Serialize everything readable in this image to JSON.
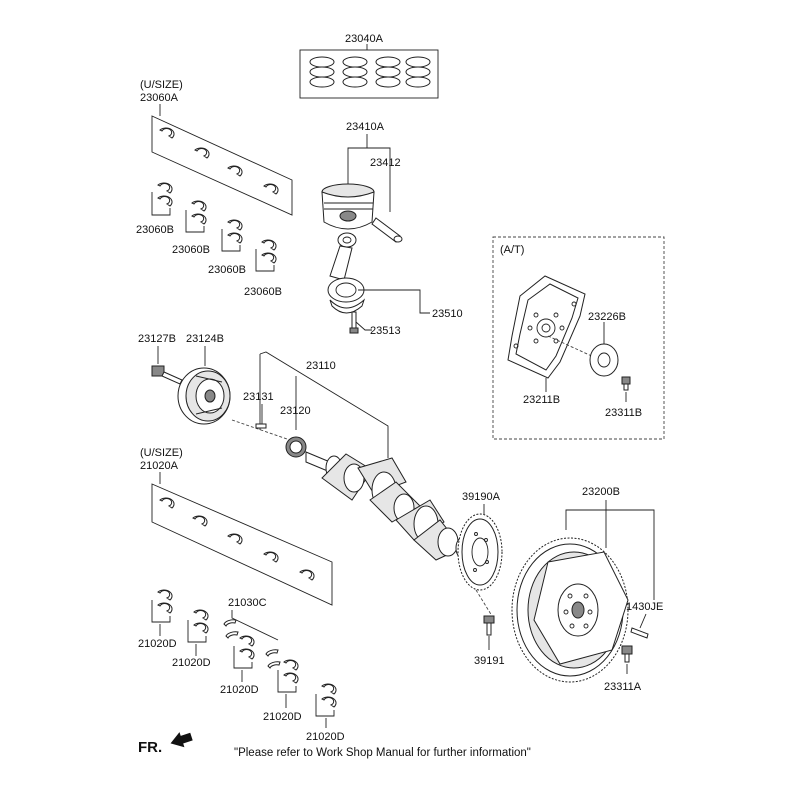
{
  "labels": {
    "p23040A": "23040A",
    "usize_top": "(U/SIZE)",
    "p23060A": "23060A",
    "p23410A": "23410A",
    "p23412": "23412",
    "p23060B_1": "23060B",
    "p23060B_2": "23060B",
    "p23060B_3": "23060B",
    "p23060B_4": "23060B",
    "at": "(A/T)",
    "p23510": "23510",
    "p23513": "23513",
    "p23226B": "23226B",
    "p23127B": "23127B",
    "p23124B": "23124B",
    "p23110": "23110",
    "p23131": "23131",
    "p23120": "23120",
    "p23211B": "23211B",
    "p23311B": "23311B",
    "usize_bottom": "(U/SIZE)",
    "p21020A": "21020A",
    "p39190A": "39190A",
    "p23200B": "23200B",
    "p21030C": "21030C",
    "p1430JE": "1430JE",
    "p21020D_1": "21020D",
    "p21020D_2": "21020D",
    "p21020D_3": "21020D",
    "p21020D_4": "21020D",
    "p21020D_5": "21020D",
    "p39191": "39191",
    "p23311A": "23311A",
    "fr": "FR.",
    "note": "\"Please refer to Work Shop Manual for further information\""
  }
}
